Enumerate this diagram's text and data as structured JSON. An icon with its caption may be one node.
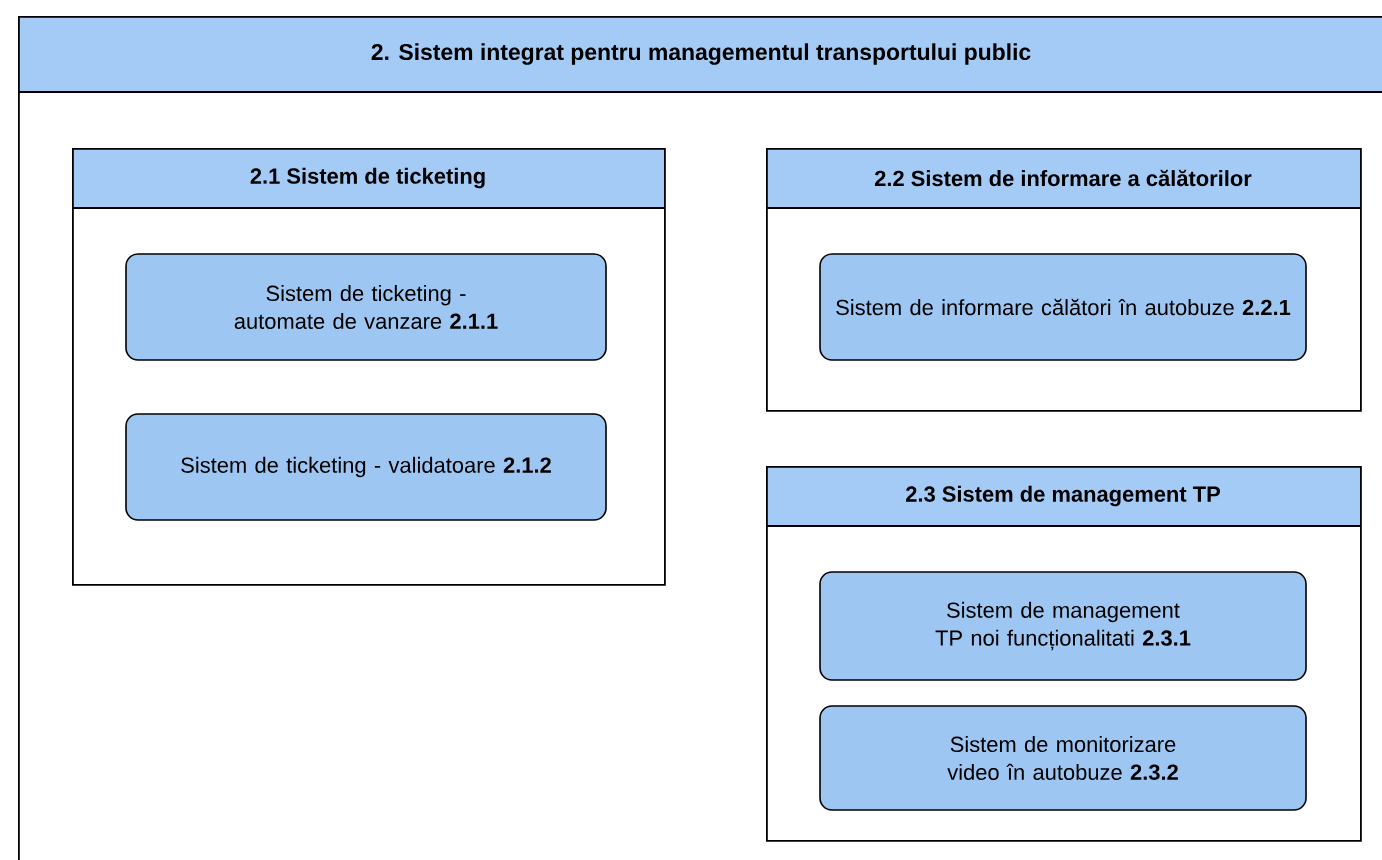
{
  "diagram": {
    "nodes": [
      {
        "text": [
          "2. Sistem integrat pentru managementul transportului public"
        ]
      },
      {
        "text": [
          "2.1 Sistem de ticketing"
        ],
        "in": 0
      },
      {
        "text": [
          "Sistem de ticketing - automate de vanzare **2.1.1**"
        ],
        "in": 1
      },
      {
        "text": [
          "Sistem de ticketing - validatoare **2.1.2**"
        ],
        "in": 1
      },
      {
        "text": [
          "2.2 Sistem de informare a călătorilor"
        ],
        "in": 0
      },
      {
        "text": [
          "Sistem de informare călători în autobuze **2.2.1**"
        ],
        "in": 4
      },
      {
        "text": [
          "2.3 Sistem de management TP"
        ],
        "in": 0
      },
      {
        "text": [
          "Sistem de management TP noi funcționalitati **2.3.1**"
        ],
        "in": 6
      },
      {
        "text": [
          "Sistem de monitorizare video în autobuze **2.3.2**"
        ],
        "in": 6
      }
    ]
  }
}
